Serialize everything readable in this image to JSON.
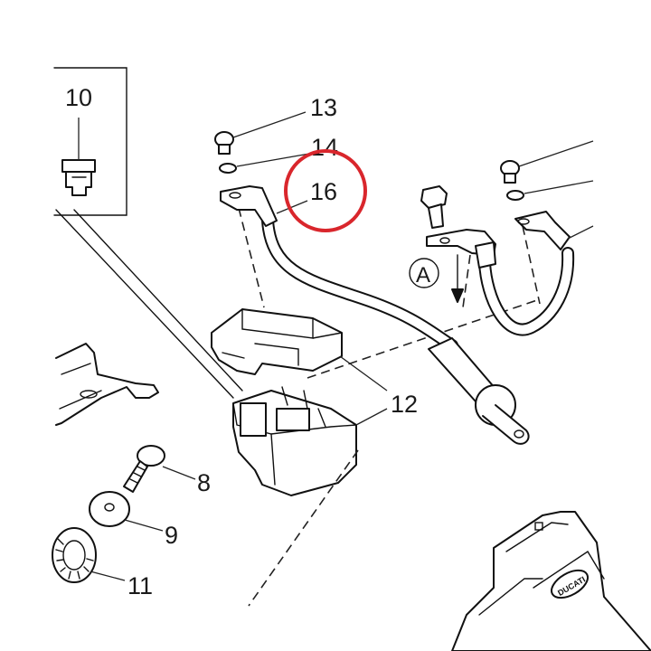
{
  "callouts": {
    "c8": "8",
    "c9": "9",
    "c10": "10",
    "c11": "11",
    "c12": "12",
    "c13": "13",
    "c14": "14",
    "c16": "16"
  },
  "view_marker": "A",
  "logo_text": "DUCATI",
  "highlight_color": "#d9262c"
}
